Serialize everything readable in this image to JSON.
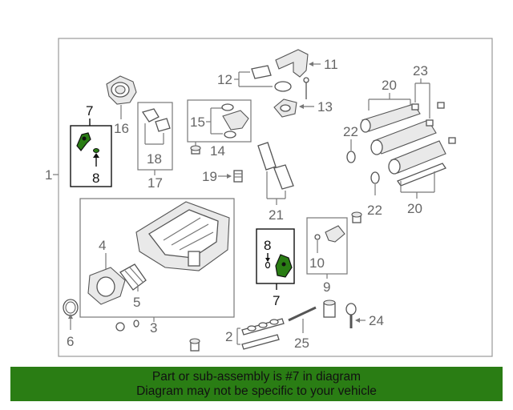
{
  "diagram": {
    "callouts": {
      "c1": "1",
      "c2": "2",
      "c3": "3",
      "c4": "4",
      "c5": "5",
      "c6": "6",
      "c7a": "7",
      "c7b": "7",
      "c8a": "8",
      "c8b": "8",
      "c9": "9",
      "c10": "10",
      "c11": "11",
      "c12": "12",
      "c13": "13",
      "c14": "14",
      "c15": "15",
      "c16": "16",
      "c17": "17",
      "c18": "18",
      "c19": "19",
      "c20a": "20",
      "c20b": "20",
      "c21": "21",
      "c22a": "22",
      "c22b": "22",
      "c23": "23",
      "c24": "24",
      "c25": "25"
    },
    "highlight_color": "#2a7d14"
  },
  "banner": {
    "line1": "Part or sub-assembly is #7 in diagram",
    "line2": "Diagram may not be specific to your vehicle",
    "background": "#2a7d14"
  }
}
